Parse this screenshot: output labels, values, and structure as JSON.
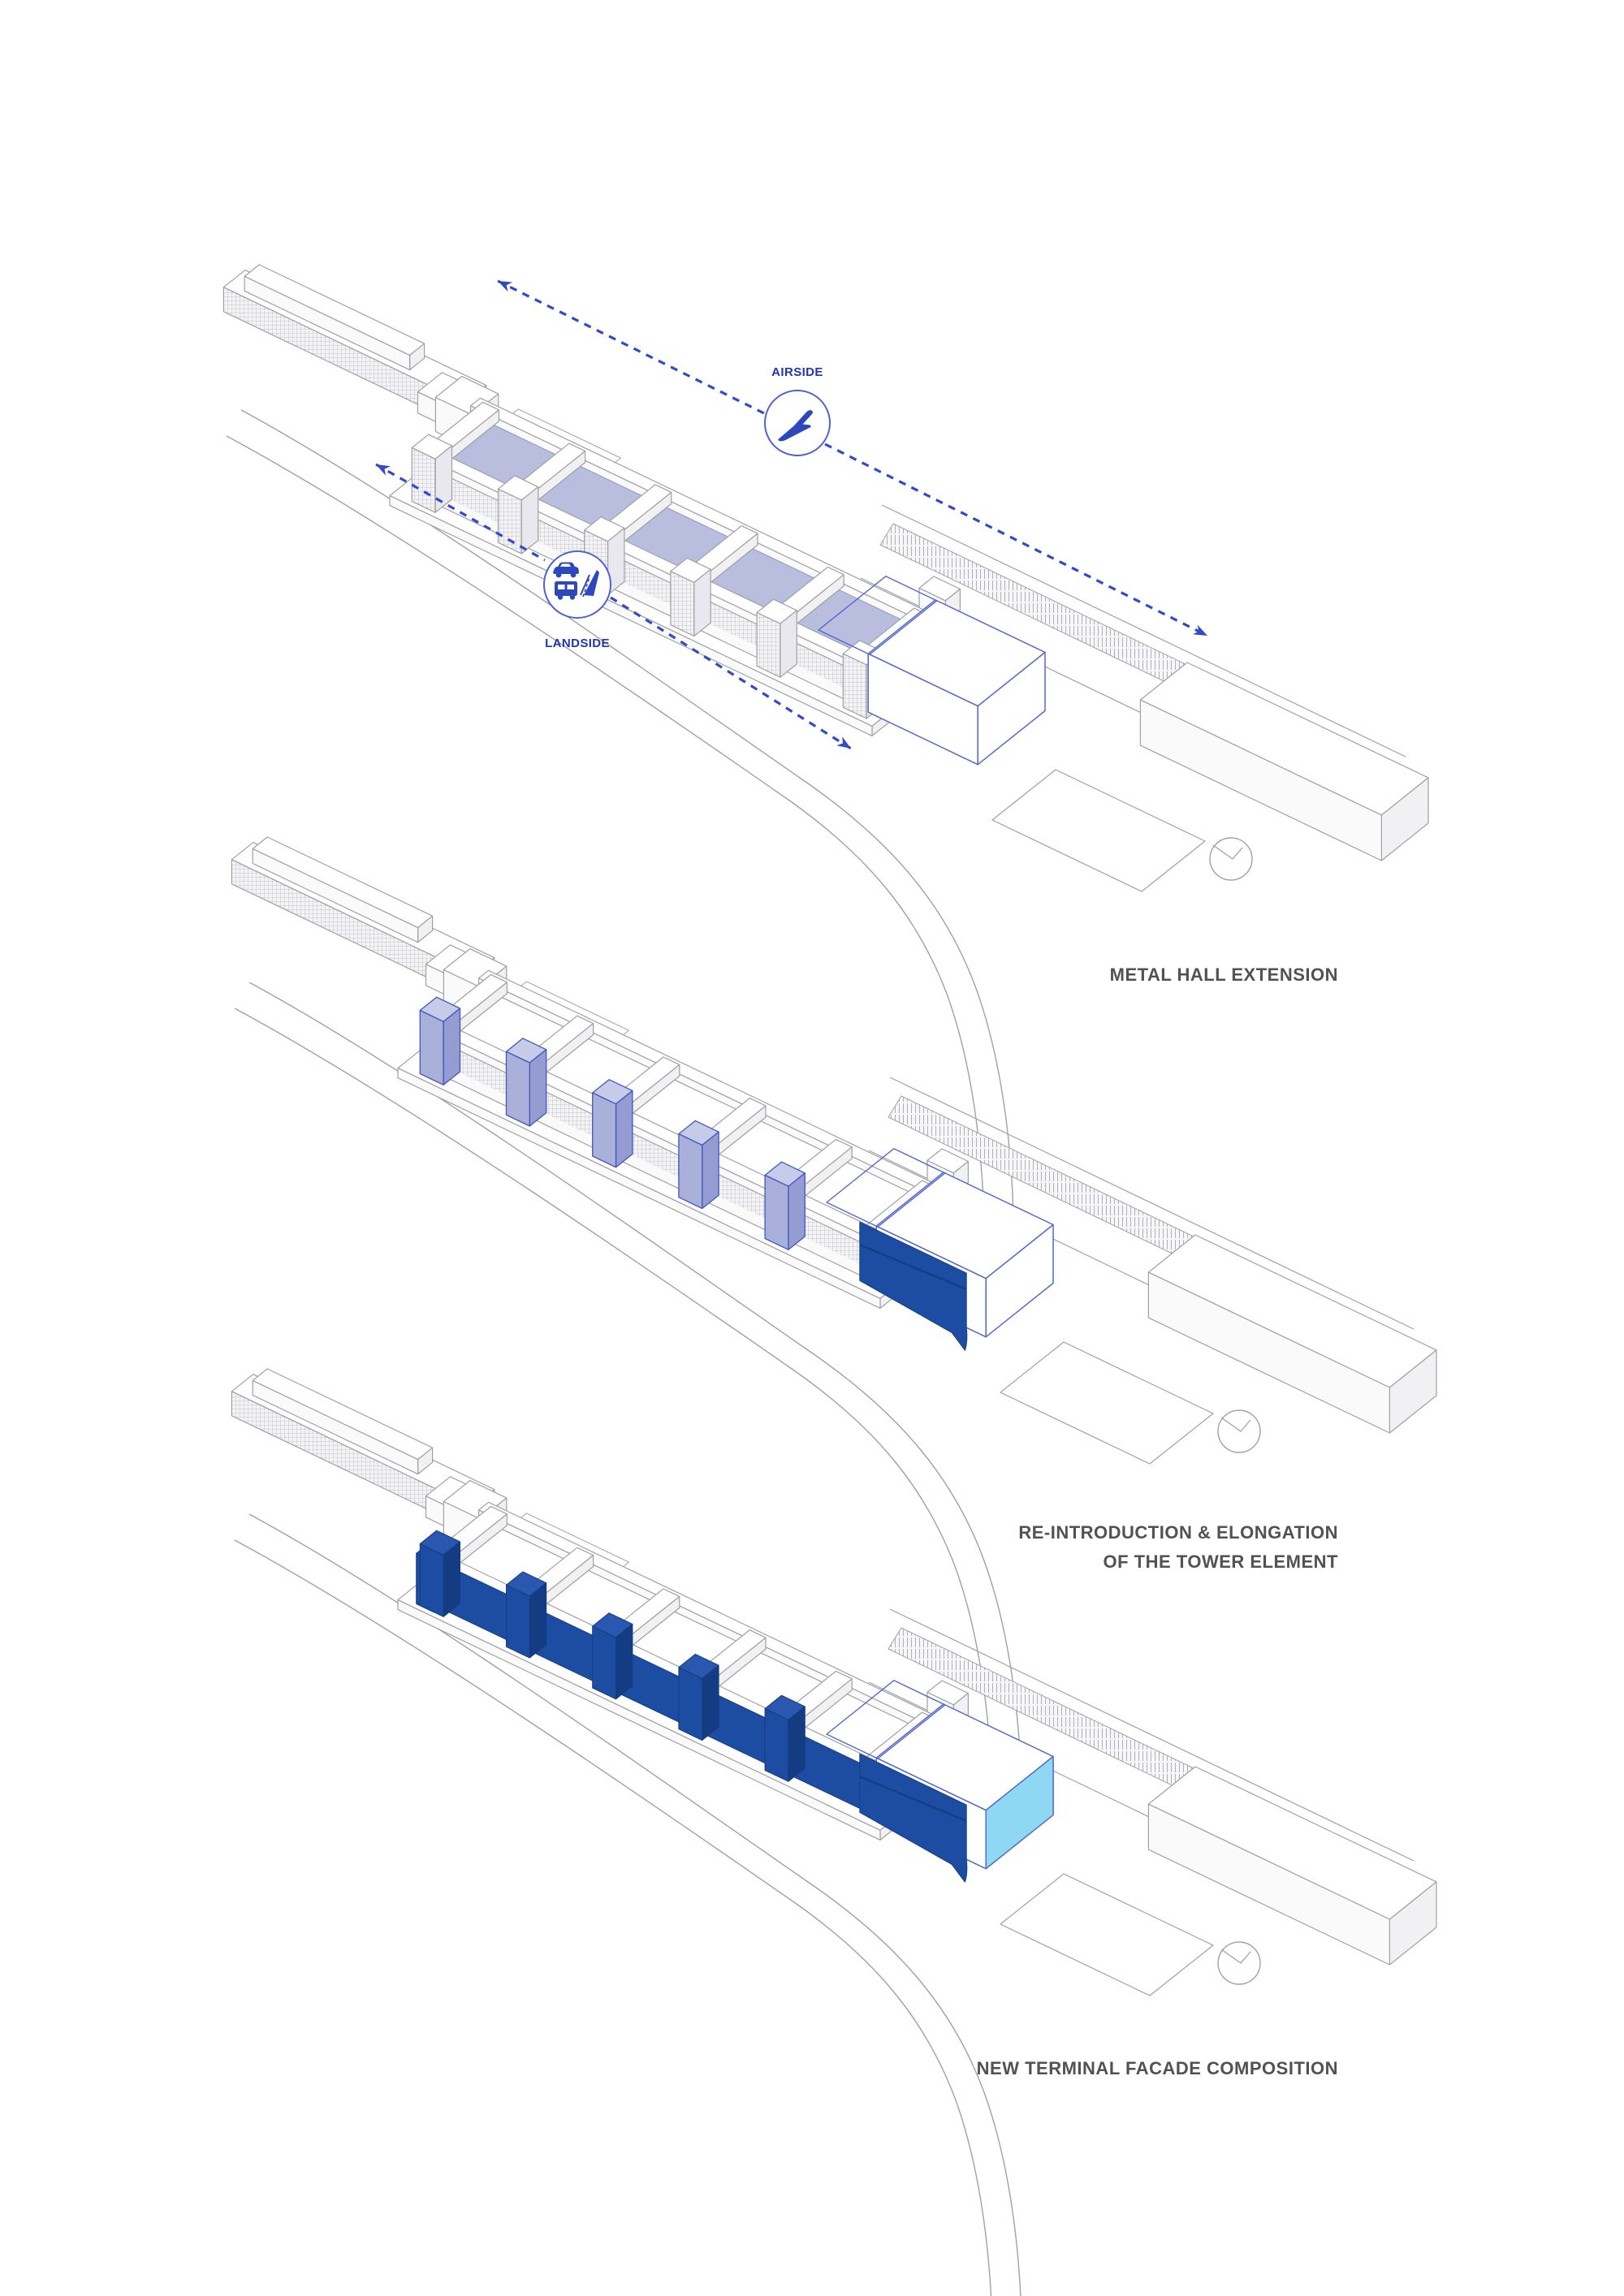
{
  "title": "Airport terminal transformation concept diagrams",
  "captions": {
    "metal_hall": "METAL HALL EXTENSION",
    "tower_line1": "RE-INTRODUCTION & ELONGATION",
    "tower_line2": "OF THE TOWER ELEMENT",
    "facade": "NEW TERMINAL FACADE COMPOSITION"
  },
  "annotations": {
    "airside": "AIRSIDE",
    "landside": "LANDSIDE"
  },
  "diagrams": [
    {
      "id": "existing",
      "caption_ref": "metal_hall"
    },
    {
      "id": "tower",
      "caption_ref": "tower_line1"
    },
    {
      "id": "facade",
      "caption_ref": "facade"
    }
  ],
  "colors": {
    "annotation_text": "#2335b4",
    "annotation_line": "#3449c8",
    "icon_blue": "#2d47bd",
    "circle_stroke": "#5163cd",
    "hall_outline": "#5568cb",
    "dark_blue": "#1c4da2",
    "dark_blue_shade": "#143c82",
    "dark_blue_top": "#2a58b0",
    "light_blue": "#8ed8f3",
    "lavender_roof": "#b9bedf",
    "lavender_roof_stroke": "#9aa0cc",
    "tower_front": "#a9b0da",
    "tower_top": "#c6cbe9",
    "tower_side": "#949cd1",
    "tower_stroke": "#4456bd",
    "line_gray": "#a0a1a6",
    "line_gray_dark": "#7a7b80",
    "caption_gray": "#525256",
    "texture_line": "#b7b8bd",
    "background": "#ffffff"
  }
}
